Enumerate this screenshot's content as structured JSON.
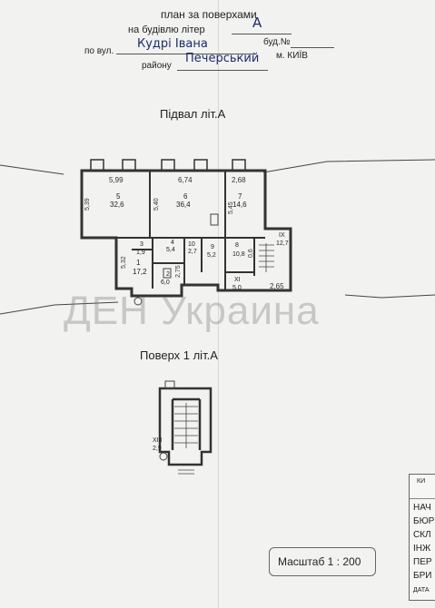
{
  "header": {
    "title": "план за поверхами",
    "building_prefix": "на будівлю літер",
    "building_letter": "А",
    "street_prefix": "по вул.",
    "street": "Кудрі Івана",
    "house_label": "буд.№",
    "district_label": "району",
    "district": "Печерський",
    "city_label": "м. КИЇВ"
  },
  "basement": {
    "title": "Підвал літ.А",
    "rooms": [
      {
        "id": "5",
        "area": "32,6"
      },
      {
        "id": "6",
        "area": "36,4"
      },
      {
        "id": "7",
        "area": "14,6"
      },
      {
        "id": "3",
        "area": "1,9"
      },
      {
        "id": "4",
        "area": "5,4"
      },
      {
        "id": "10",
        "area": "2,7"
      },
      {
        "id": "9",
        "area": "5,2"
      },
      {
        "id": "8",
        "area": "10,8"
      },
      {
        "id": "IX",
        "area": "12,7"
      },
      {
        "id": "1",
        "area": "17,2"
      },
      {
        "id": "2",
        "area": "6,0"
      },
      {
        "id": "XI",
        "area": "5,0"
      }
    ],
    "dimensions": [
      "5,99",
      "6,74",
      "2,68",
      "5,39",
      "5,40",
      "5,45",
      "5,32",
      "2,75",
      "0,6",
      "2,65"
    ]
  },
  "floor1": {
    "title": "Поверх 1 літ.А",
    "rooms": [
      {
        "id": "XIII",
        "area": "2,9"
      }
    ]
  },
  "watermark": "ДЕН Украина",
  "scale": "Масштаб 1 : 200",
  "stamp": {
    "top_label": "КИ",
    "rows": [
      "НАЧ",
      "БЮР",
      "СКЛ",
      "ІНЖ",
      "ПЕР",
      "БРИ",
      "ДАТА"
    ]
  }
}
